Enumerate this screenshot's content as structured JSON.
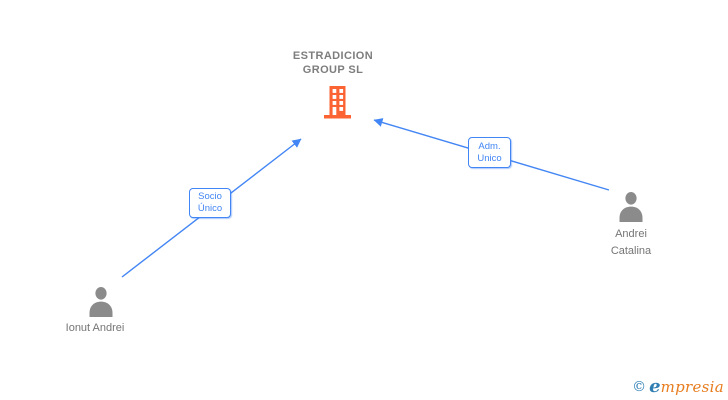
{
  "company": {
    "name_line1": "ESTRADICION",
    "name_line2": "GROUP SL",
    "icon": "building-icon"
  },
  "persons": [
    {
      "name": "Ionut Andrei",
      "icon": "person-icon"
    },
    {
      "name_line1": "Andrei",
      "name_line2": "Catalina",
      "icon": "person-icon"
    }
  ],
  "edges": [
    {
      "from": "Ionut Andrei",
      "to": "ESTRADICION GROUP SL",
      "label_line1": "Socio",
      "label_line2": "Único"
    },
    {
      "from": "Andrei Catalina",
      "to": "ESTRADICION GROUP SL",
      "label_line1": "Adm.",
      "label_line2": "Unico"
    }
  ],
  "logo": {
    "copyright": "©",
    "initial": "e",
    "rest": "mpresia"
  },
  "colors": {
    "accent_blue": "#4285F4",
    "building_orange": "#FC6333",
    "person_gray": "#8B8B8B",
    "text_gray": "#757575",
    "logo_blue": "#2E7EB3",
    "logo_orange": "#E87C1E"
  }
}
